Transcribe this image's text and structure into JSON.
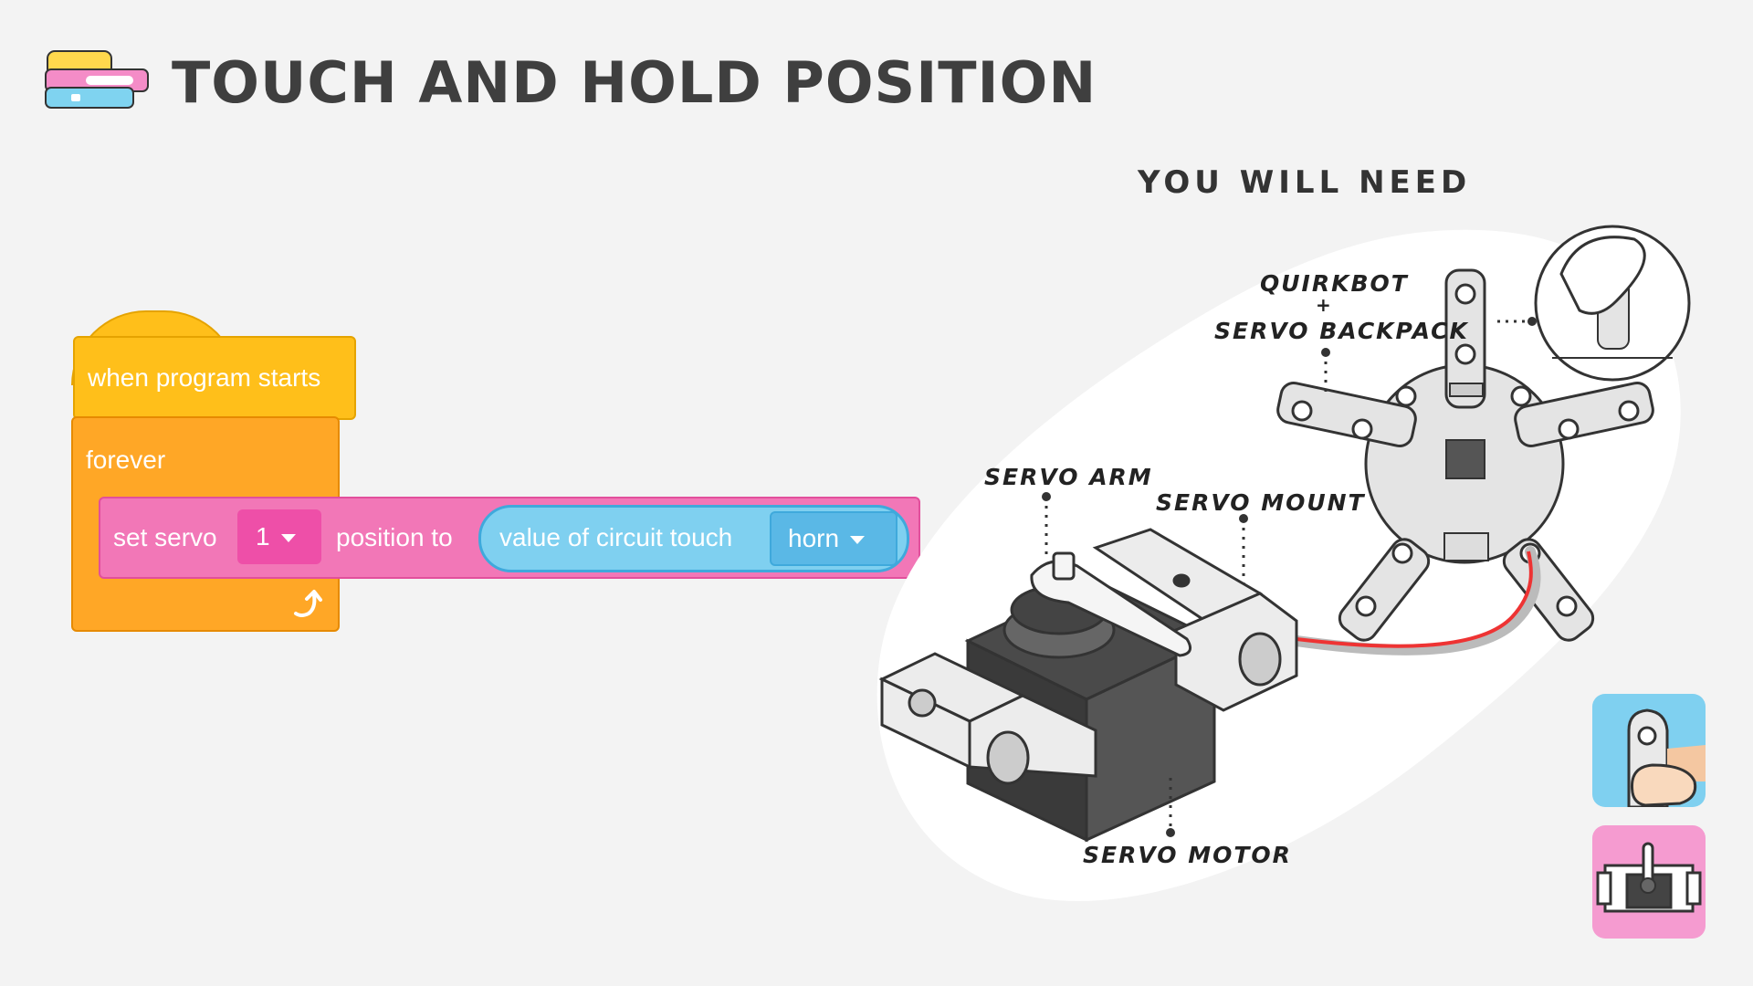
{
  "title": "TOUCH AND HOLD POSITION",
  "you_will_need": "YOU WILL NEED",
  "code": {
    "hat_label": "when program starts",
    "forever_label": "forever",
    "set_servo_label": "set servo",
    "servo_value": "1",
    "position_to_label": "position to",
    "reporter_label": "value of circuit touch",
    "reporter_value": "horn"
  },
  "parts": {
    "quirkbot": "QUIRKBOT",
    "plus": "+",
    "servo_backpack": "SERVO BACKPACK",
    "servo_arm": "SERVO ARM",
    "servo_mount": "SERVO MOUNT",
    "servo_motor": "SERVO MOTOR"
  },
  "icons": {
    "logo": "code-blocks-logo-icon",
    "repeat": "repeat-arrow-icon",
    "touch_tile": "touch-horn-icon",
    "servo_tile": "servo-icon"
  },
  "colors": {
    "hat": "#ffbf1a",
    "forever": "#ffa726",
    "pink": "#f277b7",
    "blue": "#7fd0f0"
  }
}
